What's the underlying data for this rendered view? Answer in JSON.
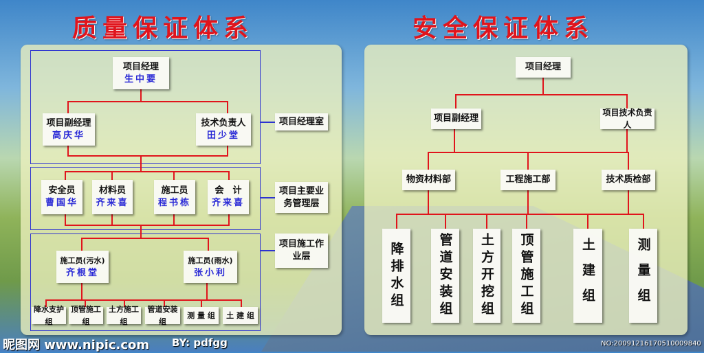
{
  "quality": {
    "title": "质量保证体系",
    "pm": {
      "role": "项目经理",
      "name": "生中要"
    },
    "deputy": {
      "role": "项目副经理",
      "name": "高庆华"
    },
    "tech": {
      "role": "技术负责人",
      "name": "田少堂"
    },
    "staff": [
      {
        "role": "安全员",
        "name": "曹国华"
      },
      {
        "role": "材料员",
        "name": "齐来喜"
      },
      {
        "role": "施工员",
        "name": "程书栋"
      },
      {
        "role": "会　计",
        "name": "齐来喜"
      }
    ],
    "workers": [
      {
        "role": "施工员(污水)",
        "name": "齐根堂"
      },
      {
        "role": "施工员(雨水)",
        "name": "张小利"
      }
    ],
    "groups": [
      "降水支护组",
      "顶管施工组",
      "土方施工组",
      "管道安装组",
      "测 量 组",
      "土 建 组"
    ],
    "layers": [
      "项目经理室",
      "项目主要业务管理层",
      "项目施工作业层"
    ]
  },
  "safety": {
    "title": "安全保证体系",
    "pm": "项目经理",
    "deputy": "项目副经理",
    "tech": "项目技术负责人",
    "depts": [
      "物资材料部",
      "工程施工部",
      "技术质检部"
    ],
    "groups": [
      "降排水组",
      "管道安装组",
      "土方开挖组",
      "顶管施工组",
      "土建组",
      "测量组"
    ]
  },
  "watermark": {
    "site": "昵图网 www.nipic.com",
    "by": "BY: pdfgg",
    "no": "NO:20091216170510009840"
  }
}
